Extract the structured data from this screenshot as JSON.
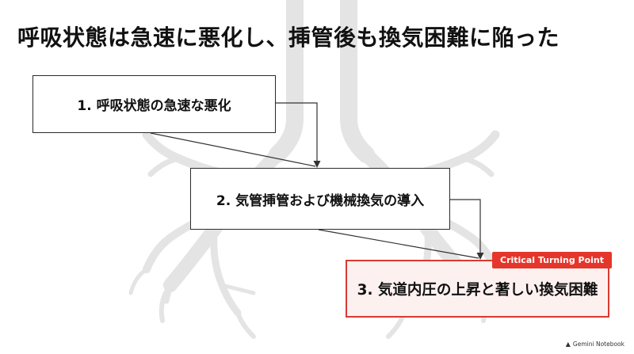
{
  "title": "呼吸状態は急速に悪化し、挿管後も換気困難に陥った",
  "steps": [
    {
      "label": "1. 呼吸状態の急速な悪化"
    },
    {
      "label": "2. 気管挿管および機械換気の導入"
    },
    {
      "label": "3. 気道内圧の上昇と著しい換気困難"
    }
  ],
  "badge": "Critical Turning Point",
  "branding": {
    "icon": "gemini-icon",
    "label": "Gemini Notebook"
  },
  "colors": {
    "accent": "#e5362c",
    "accent_fill": "#fdf1f0",
    "background_art": "#e6e6e6"
  }
}
